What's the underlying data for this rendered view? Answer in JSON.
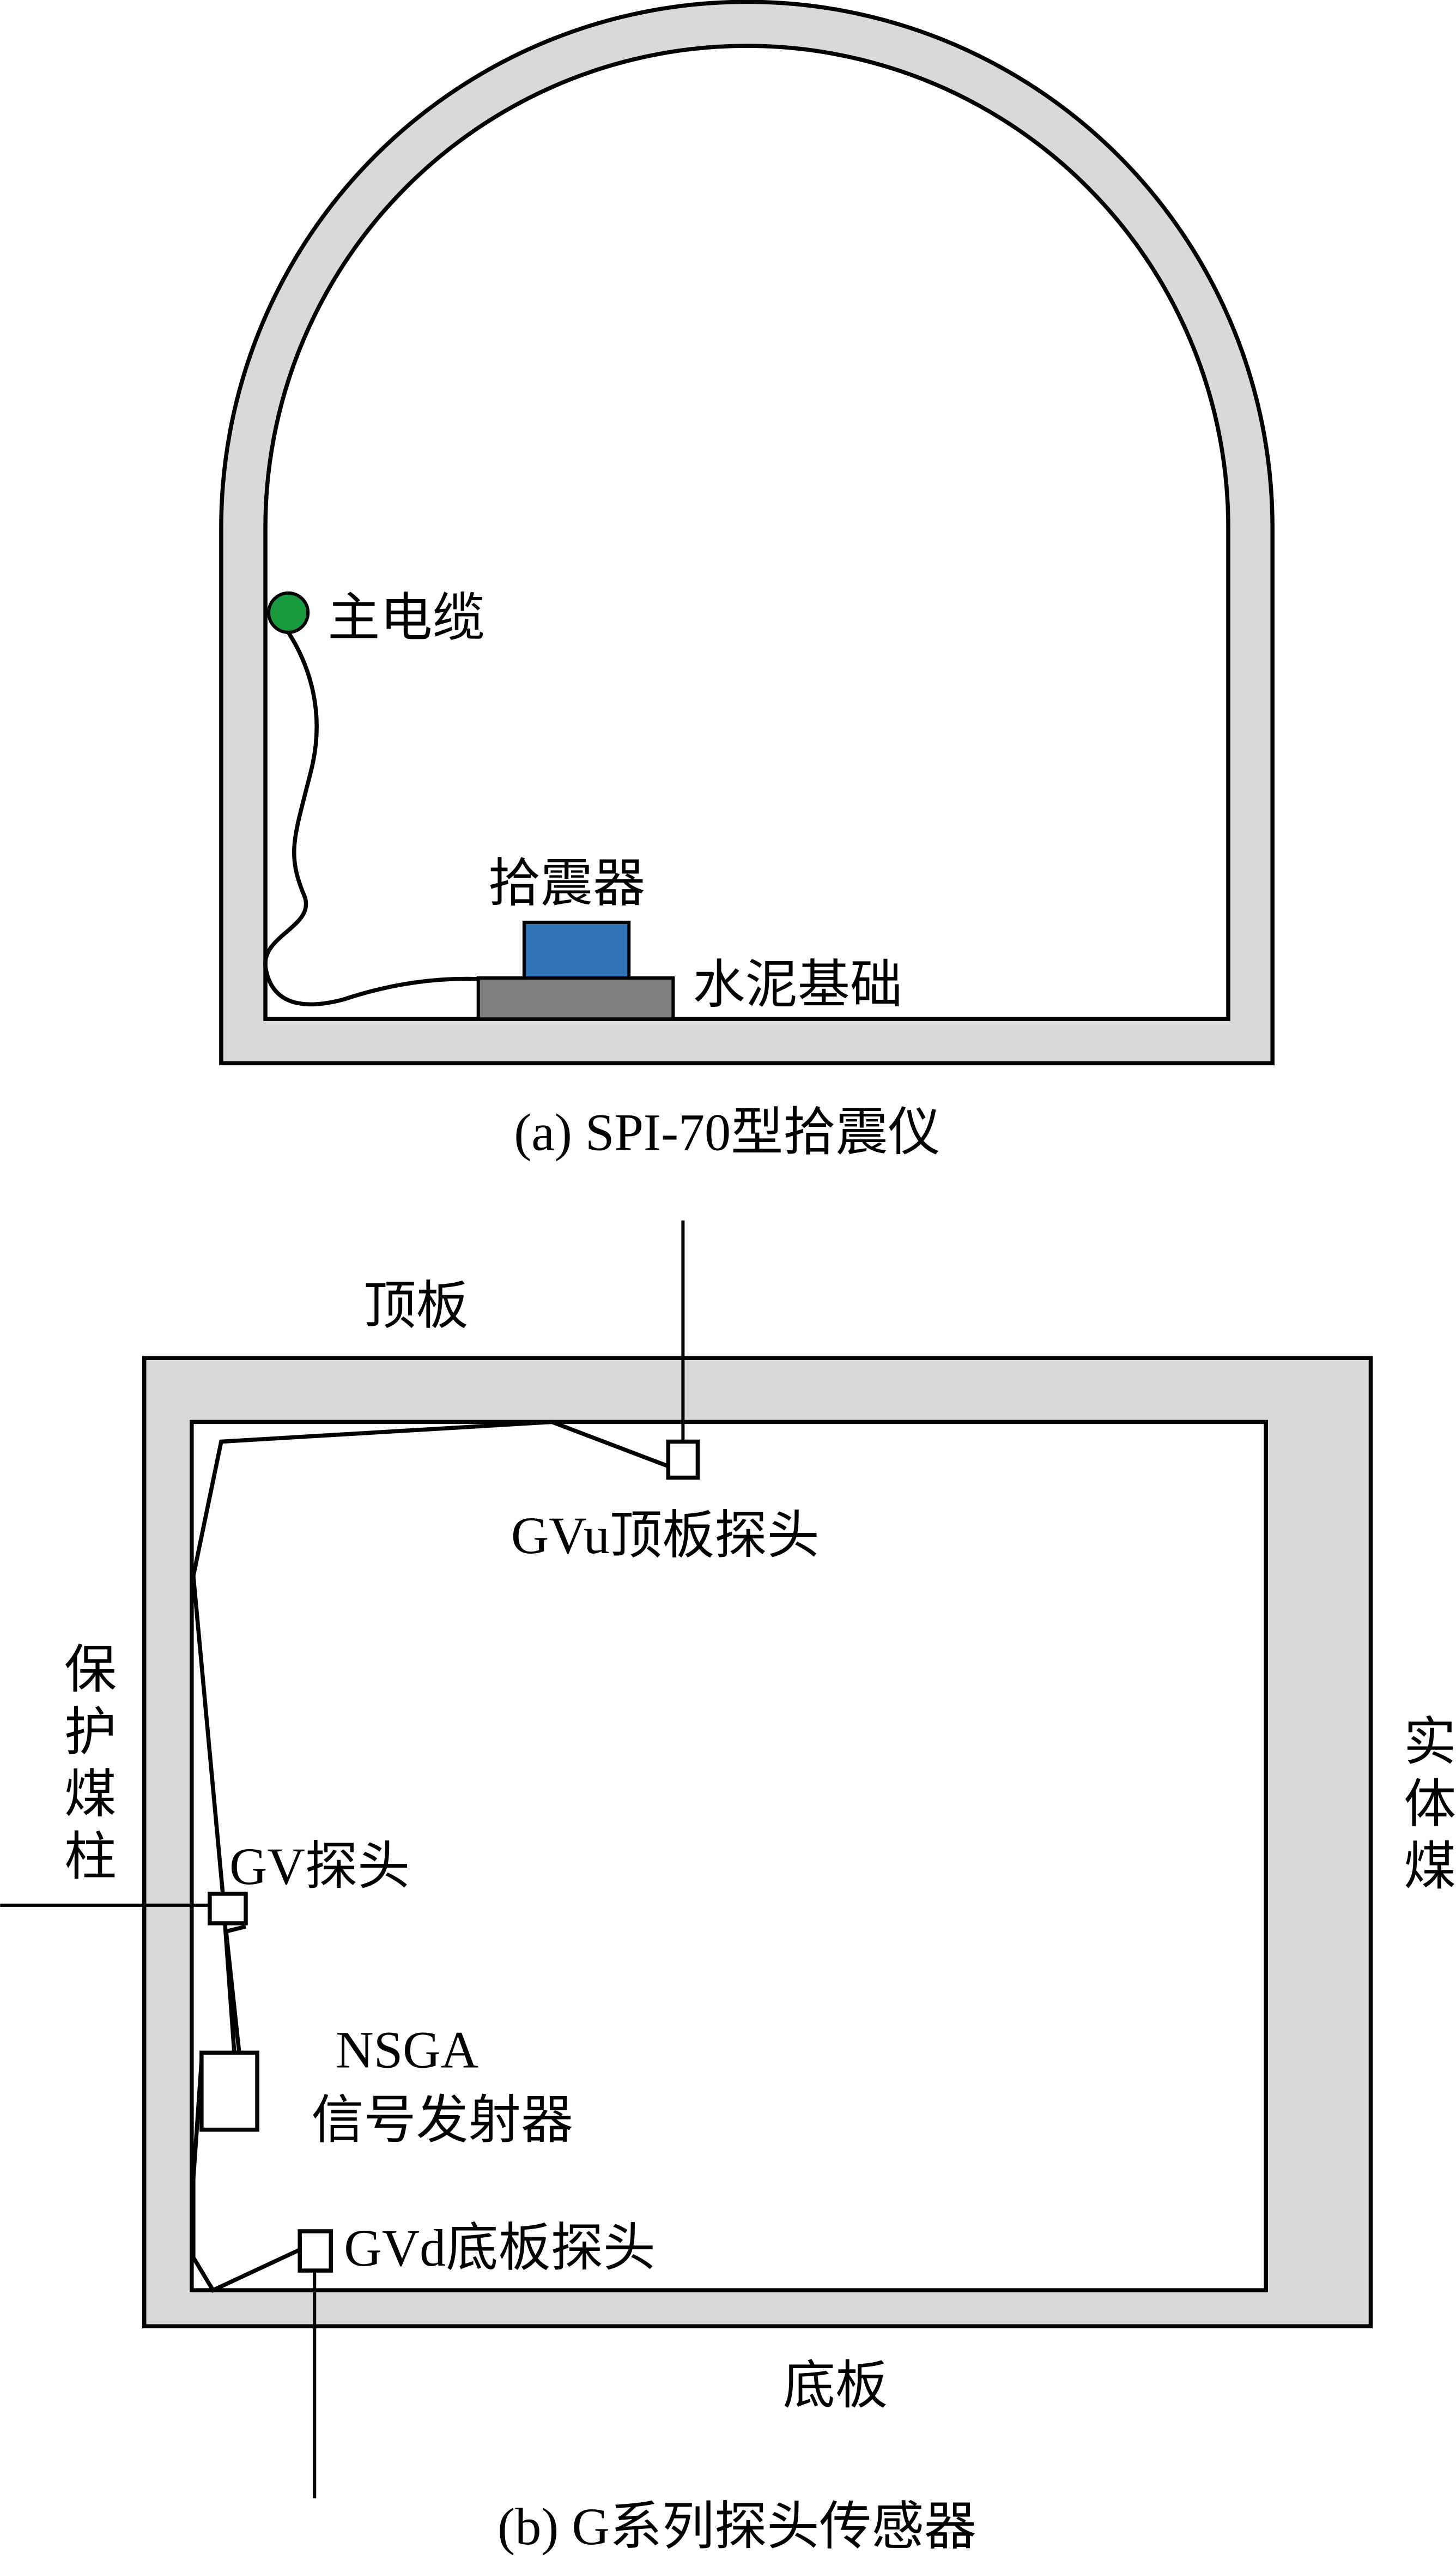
{
  "panel_a": {
    "caption": "(a)  SPI-70型拾震仪",
    "main_cable_label": "主电缆",
    "seismometer_label": "拾震器",
    "concrete_base_label": "水泥基础",
    "colors": {
      "wall": "#d9d9d9",
      "cable_node": "#1a9a3f",
      "seismometer": "#2e74b5",
      "base": "#7f7f7f"
    }
  },
  "panel_b": {
    "caption": "(b)  G系列探头传感器",
    "roof_label": "顶板",
    "floor_label": "底板",
    "left_rib_label": "保护煤柱",
    "right_rib_label": "实体煤",
    "roof_probe_label": "GVu顶板探头",
    "side_probe_label": "GV探头",
    "transmitter_label_1": "NSGA",
    "transmitter_label_2": "信号发射器",
    "floor_probe_label": "GVd底板探头",
    "colors": {
      "wall": "#d9d9d9"
    }
  }
}
